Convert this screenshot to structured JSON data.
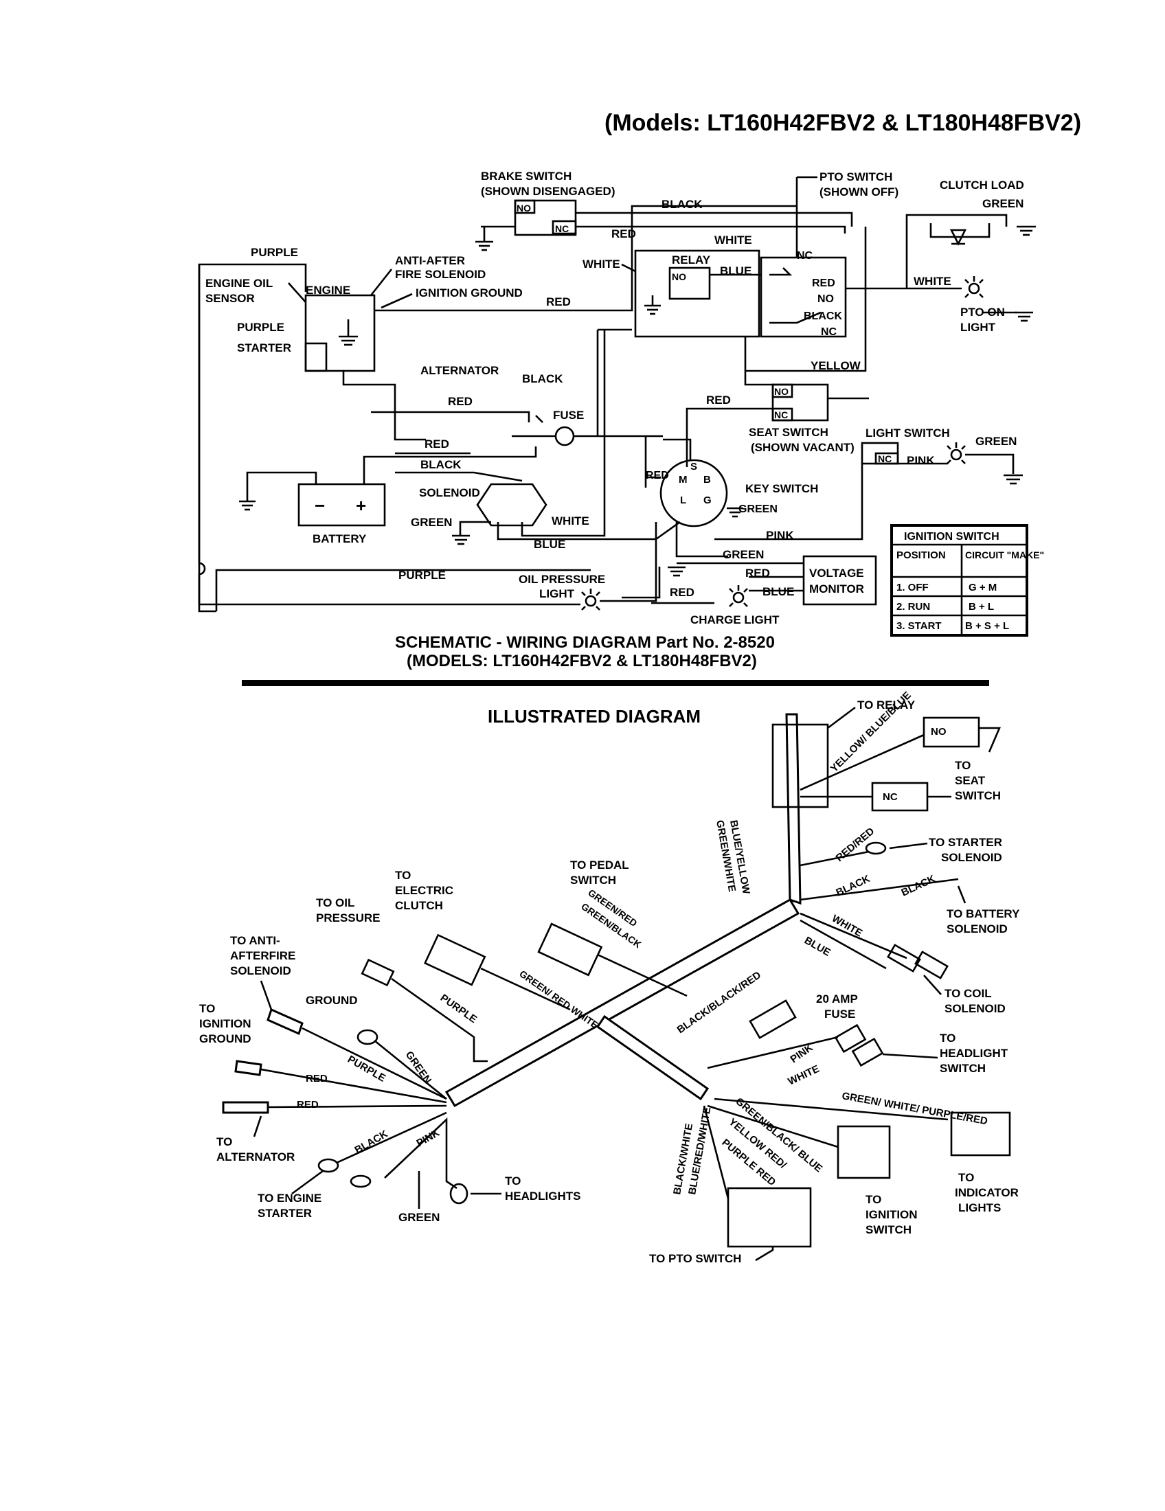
{
  "page": {
    "models_header": "(Models: LT160H42FBV2 & LT180H48FBV2)"
  },
  "schematic": {
    "caption_line1": "SCHEMATIC - WIRING DIAGRAM Part No. 2-8520",
    "caption_line2": "(MODELS: LT160H42FBV2 & LT180H48FBV2)",
    "components": {
      "brake_switch": "BRAKE SWITCH",
      "brake_switch_state": "(SHOWN DISENGAGED)",
      "pto_switch": "PTO SWITCH",
      "pto_switch_state": "(SHOWN OFF)",
      "clutch_load": "CLUTCH LOAD",
      "anti_after_fire_1": "ANTI-AFTER",
      "anti_after_fire_2": "FIRE SOLENOID",
      "ignition_ground": "IGNITION GROUND",
      "engine_oil_1": "ENGINE OIL",
      "engine_oil_2": "SENSOR",
      "engine": "ENGINE",
      "starter": "STARTER",
      "relay": "RELAY",
      "alternator": "ALTERNATOR",
      "fuse": "FUSE",
      "seat_switch": "SEAT SWITCH",
      "seat_switch_state": "(SHOWN VACANT)",
      "light_switch": "LIGHT SWITCH",
      "key_switch": "KEY SWITCH",
      "solenoid": "SOLENOID",
      "battery": "BATTERY",
      "oil_pressure_1": "OIL PRESSURE",
      "oil_pressure_2": "LIGHT",
      "voltage_1": "VOLTAGE",
      "voltage_2": "MONITOR",
      "charge_light": "CHARGE LIGHT",
      "pto_on_1": "PTO ON",
      "pto_on_2": "LIGHT"
    },
    "contacts": {
      "no": "NO",
      "nc": "NC",
      "s": "S",
      "m": "M",
      "b": "B",
      "l": "L",
      "g": "G",
      "minus": "−",
      "plus": "+"
    },
    "wires": {
      "purple": "PURPLE",
      "black": "BLACK",
      "red": "RED",
      "white": "WHITE",
      "blue": "BLUE",
      "green": "GREEN",
      "yellow": "YELLOW",
      "pink": "PINK"
    },
    "ignition_table": {
      "title": "IGNITION SWITCH",
      "headers": [
        "POSITION",
        "CIRCUIT \"MAKE\""
      ],
      "rows": [
        [
          "1. OFF",
          "G + M"
        ],
        [
          "2. RUN",
          "B + L"
        ],
        [
          "3. START",
          "B + S + L"
        ]
      ]
    }
  },
  "illustrated": {
    "title": "ILLUSTRATED DIAGRAM",
    "labels": {
      "to_relay": "TO RELAY",
      "to_seat_switch": [
        "TO",
        "SEAT",
        "SWITCH"
      ],
      "to_starter_solenoid": [
        "TO STARTER",
        "SOLENOID"
      ],
      "to_battery_solenoid": [
        "TO BATTERY",
        "SOLENOID"
      ],
      "to_coil_solenoid": [
        "TO COIL",
        "SOLENOID"
      ],
      "amp_fuse": [
        "20 AMP",
        "FUSE"
      ],
      "to_headlight_switch": [
        "TO",
        "HEADLIGHT",
        "SWITCH"
      ],
      "to_indicator_lights": [
        "TO",
        "INDICATOR",
        "LIGHTS"
      ],
      "to_ignition_switch": [
        "TO",
        "IGNITION",
        "SWITCH"
      ],
      "to_pto_switch": "TO PTO SWITCH",
      "to_pedal_switch": [
        "TO PEDAL",
        "SWITCH"
      ],
      "to_electric_clutch": [
        "TO",
        "ELECTRIC",
        "CLUTCH"
      ],
      "to_oil_pressure": [
        "TO OIL",
        "PRESSURE"
      ],
      "to_anti_afterfire": [
        "TO ANTI-",
        "AFTERFIRE",
        "SOLENOID"
      ],
      "to_ignition_ground": [
        "TO",
        "IGNITION",
        "GROUND"
      ],
      "ground": "GROUND",
      "to_alternator": [
        "TO",
        "ALTERNATOR"
      ],
      "to_engine_starter": [
        "TO ENGINE",
        "STARTER"
      ],
      "green": "GREEN",
      "to_headlights": [
        "TO",
        "HEADLIGHTS"
      ]
    },
    "wire_labels": {
      "yellow_blue_blue": "YELLOW/ BLUE/BLUE",
      "blue_yellow": "BLUE/YELLOW",
      "green_white": "GREEN/WHITE",
      "red_red": "RED/RED",
      "black1": "BLACK",
      "black2": "BLACK",
      "white": "WHITE",
      "blue": "BLUE",
      "green_red": "GREEN/RED",
      "green_black": "GREEN/BLACK",
      "green_red_white": "GREEN/ RED WHITE",
      "purple": "PURPLE",
      "black_black_red": "BLACK/BLACK/RED",
      "pink": "PINK",
      "white2": "WHITE",
      "green_white_purple_red": "GREEN/ WHITE/ PURPLE/RED",
      "green_black_blue": "GREEN/BLACK/ BLUE",
      "yellow_red": "YELLOW RED/",
      "purple_red": "PURPLE RED",
      "black_white": "BLACK/WHITE",
      "blue_red_white": "BLUE/RED/WHITE",
      "purple2": "PURPLE",
      "green": "GREEN",
      "red1": "RED",
      "red2": "RED",
      "black3": "BLACK",
      "pink2": "PINK",
      "no": "NO",
      "nc": "NC"
    }
  }
}
